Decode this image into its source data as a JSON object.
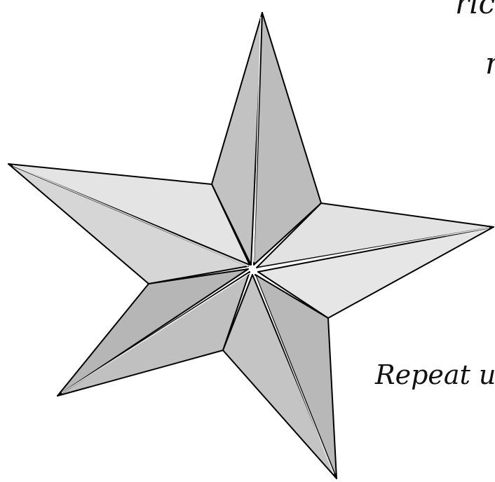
{
  "texts": {
    "line1": "ric",
    "line2": "n",
    "line3": "Repeat u"
  },
  "colors": {
    "face_dark": "#c0c0c0",
    "face_light": "#e0e0e0",
    "outline": "#000000",
    "background": "#ffffff"
  },
  "illustration": {
    "subject": "five-pointed-star-icon",
    "style": "beveled 3D paper star"
  }
}
